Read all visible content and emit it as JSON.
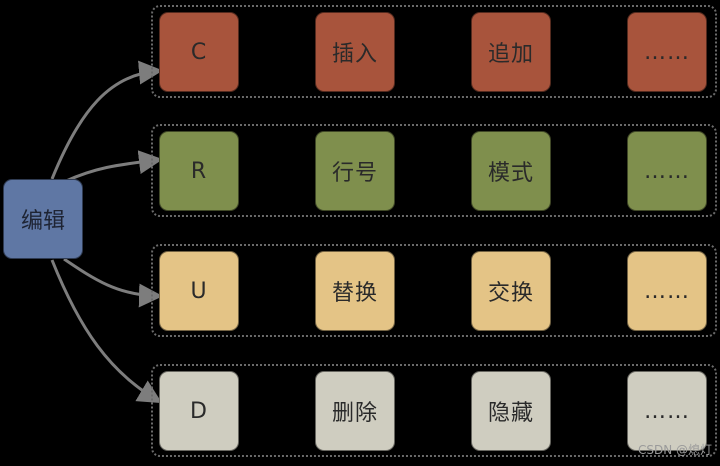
{
  "root": {
    "label": "编辑",
    "color": "#5f77a4"
  },
  "rows": [
    {
      "color": "#a8543c",
      "items": [
        {
          "label": "C"
        },
        {
          "label": "插入"
        },
        {
          "label": "追加"
        },
        {
          "label": "……"
        }
      ]
    },
    {
      "color": "#7f8f4d",
      "items": [
        {
          "label": "R"
        },
        {
          "label": "行号"
        },
        {
          "label": "模式"
        },
        {
          "label": "……"
        }
      ]
    },
    {
      "color": "#e4c486",
      "items": [
        {
          "label": "U"
        },
        {
          "label": "替换"
        },
        {
          "label": "交换"
        },
        {
          "label": "……"
        }
      ]
    },
    {
      "color": "#cfcdc0",
      "items": [
        {
          "label": "D"
        },
        {
          "label": "删除"
        },
        {
          "label": "隐藏"
        },
        {
          "label": "……"
        }
      ]
    }
  ],
  "edge_color": "#7d7d7d",
  "frame_color": "#6a6a6a",
  "watermark": "CSDN @熄灯"
}
